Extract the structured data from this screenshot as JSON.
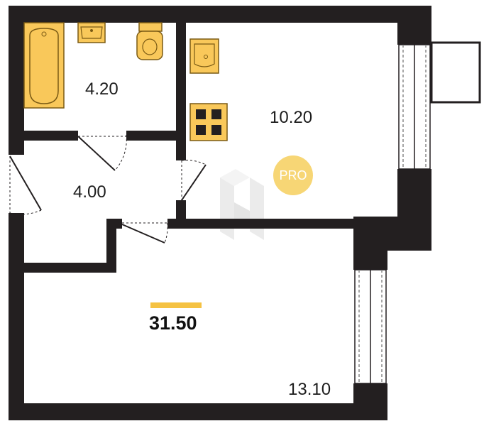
{
  "plan": {
    "total_area": "31.50",
    "rooms": [
      {
        "id": "bathroom",
        "area": "4.20"
      },
      {
        "id": "kitchen",
        "area": "10.20"
      },
      {
        "id": "hallway",
        "area": "4.00"
      },
      {
        "id": "living-room",
        "area": "13.10"
      }
    ]
  },
  "badge": {
    "text": "PRO"
  },
  "colors": {
    "wall": "#231f20",
    "fixture_fill": "#f9c85a",
    "fixture_stroke": "#7a5a14",
    "accent": "#f5c242",
    "badge": "#f7d675",
    "watermark": "#e6e6e6"
  },
  "icons": [
    "bathtub-icon",
    "sink-icon",
    "toilet-icon",
    "stove-icon",
    "door-icon",
    "window-icon"
  ]
}
